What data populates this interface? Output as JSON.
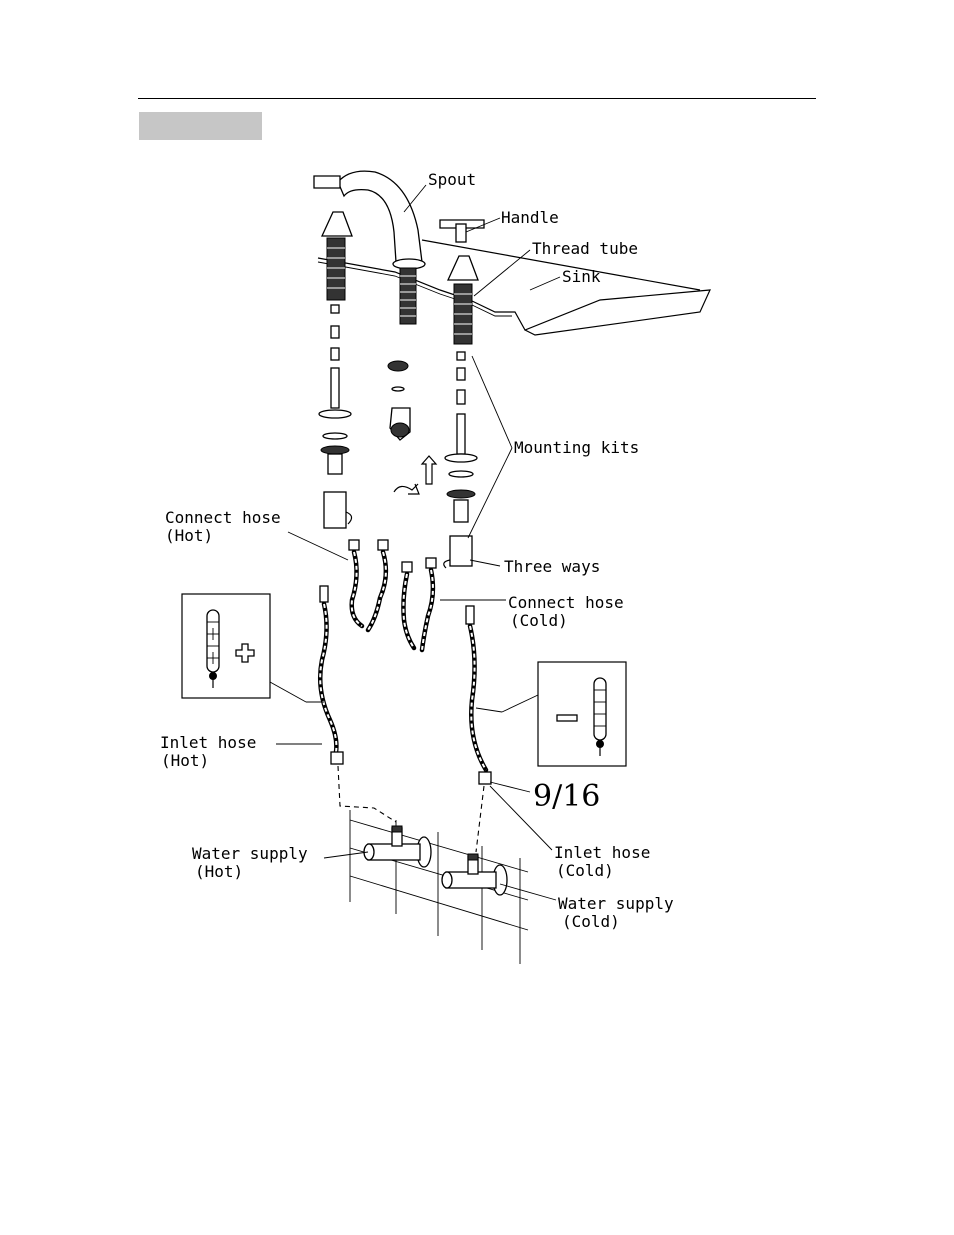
{
  "labels": {
    "spout": "Spout",
    "handle": "Handle",
    "thread_tube": "Thread tube",
    "sink": "Sink",
    "mounting_kits": "Mounting kits",
    "connect_hose_hot_1": "Connect hose",
    "connect_hose_hot_2": "(Hot)",
    "three_ways": "Three ways",
    "connect_hose_cold_1": "Connect hose",
    "connect_hose_cold_2": "(Cold)",
    "inlet_hose_hot_1": "Inlet hose",
    "inlet_hose_hot_2": "(Hot)",
    "wrench_size": "9/16",
    "inlet_hose_cold_1": "Inlet hose",
    "inlet_hose_cold_2": "(Cold)",
    "water_supply_hot_1": "Water supply",
    "water_supply_hot_2": "(Hot)",
    "water_supply_cold_1": "Water supply",
    "water_supply_cold_2": "(Cold)"
  },
  "icons": {
    "hot_symbol": "plus-icon",
    "cold_symbol": "minus-icon"
  }
}
